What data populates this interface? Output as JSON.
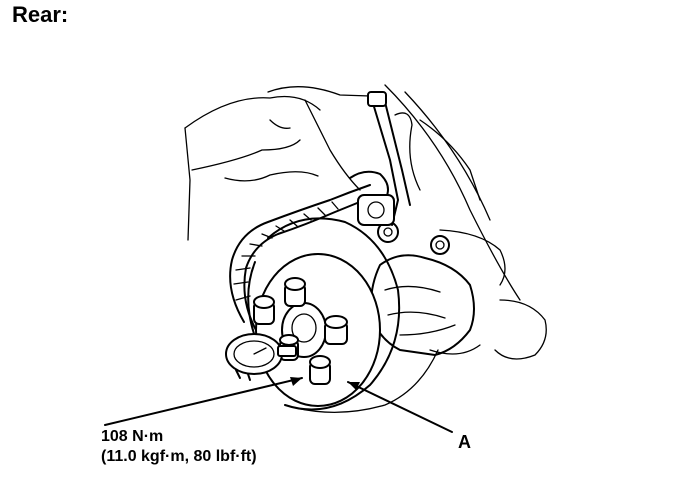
{
  "title": "Rear:",
  "callouts": {
    "torque_line1": "108 N·m",
    "torque_line2": "(11.0 kgf·m, 80 lbf·ft)",
    "label_a": "A"
  },
  "colors": {
    "ink": "#000000",
    "background": "#ffffff"
  }
}
